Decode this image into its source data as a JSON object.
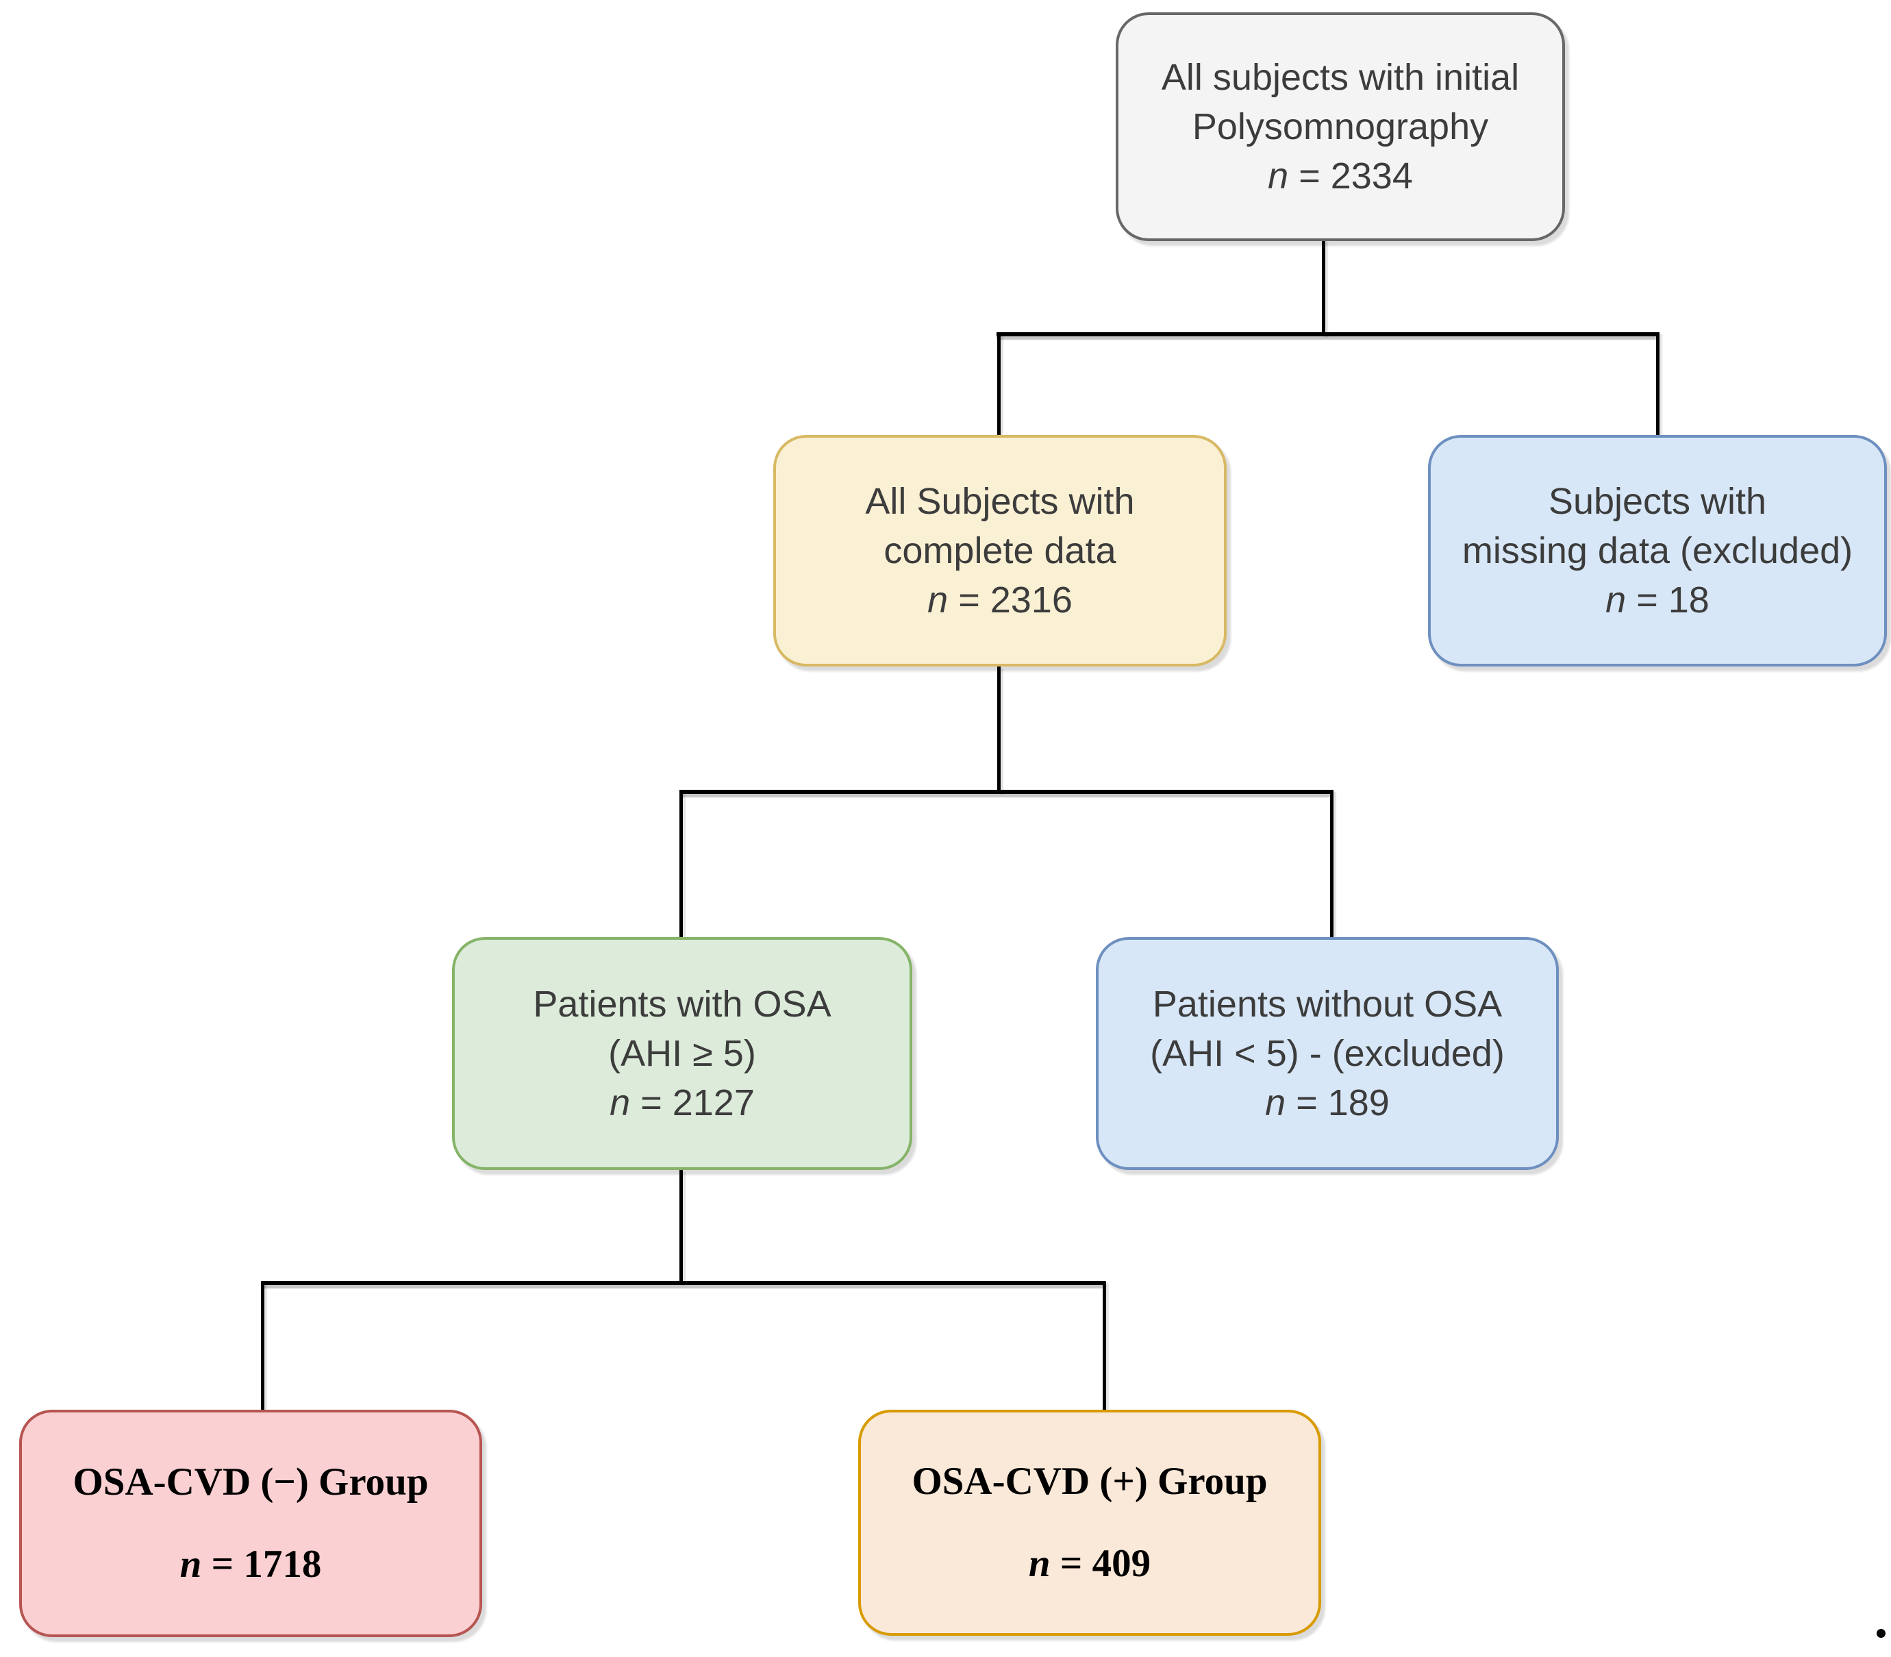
{
  "diagram": {
    "type": "study-flowchart",
    "background": "#ffffff",
    "line_color": "#000000",
    "caption_dot": "."
  },
  "nodes": [
    {
      "id": "initial",
      "line1": "All subjects with initial",
      "line2": "Polysomnography",
      "n_label": "n",
      "n_rest": " = 2334",
      "fill": "#f4f4f4",
      "border": "#676767"
    },
    {
      "id": "complete",
      "line1": "All Subjects with",
      "line2": "complete data",
      "n_label": "n",
      "n_rest": " = 2316",
      "fill": "#faf0d4",
      "border": "#d8b964"
    },
    {
      "id": "missing",
      "line1": "Subjects with",
      "line2": "missing data (excluded)",
      "n_label": "n",
      "n_rest": " = 18",
      "fill": "#d8e7f7",
      "border": "#6e90c0"
    },
    {
      "id": "osa",
      "line1": "Patients with OSA",
      "line2": "(AHI ≥ 5)",
      "n_label": "n",
      "n_rest": " = 2127",
      "fill": "#dcebda",
      "border": "#85b468"
    },
    {
      "id": "no-osa",
      "line1": "Patients without OSA",
      "line2": "(AHI < 5) - (excluded)",
      "n_label": "n",
      "n_rest": " = 189",
      "fill": "#d8e7f7",
      "border": "#6e90c0"
    },
    {
      "id": "cvd-neg",
      "line1": "OSA-CVD (−) Group",
      "n_label": "n",
      "n_rest": " = 1718",
      "fill": "#fbd0d2",
      "border": "#b65552"
    },
    {
      "id": "cvd-pos",
      "line1": "OSA-CVD (+) Group",
      "n_label": "n",
      "n_rest": " = 409",
      "fill": "#fae8d8",
      "border": "#d79b00"
    }
  ],
  "edges": [
    {
      "from": "initial",
      "to": "complete"
    },
    {
      "from": "initial",
      "to": "missing"
    },
    {
      "from": "complete",
      "to": "osa"
    },
    {
      "from": "complete",
      "to": "no-osa"
    },
    {
      "from": "osa",
      "to": "cvd-neg"
    },
    {
      "from": "osa",
      "to": "cvd-pos"
    }
  ]
}
